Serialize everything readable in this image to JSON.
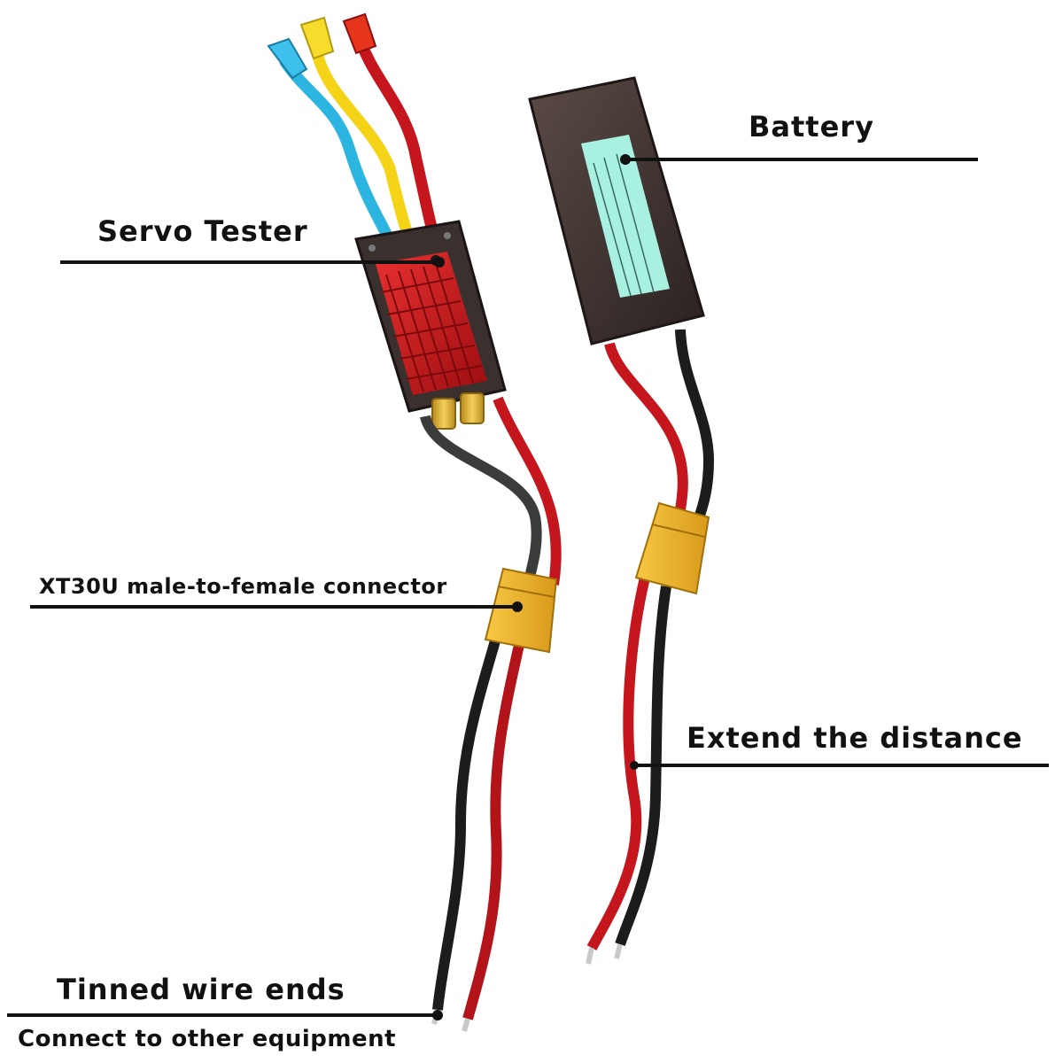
{
  "labels": {
    "battery": "Battery",
    "servo_tester": "Servo Tester",
    "connector": "XT30U male-to-female connector",
    "extend": "Extend the distance",
    "tinned": "Tinned wire ends",
    "connect": "Connect to other equipment"
  },
  "colors": {
    "wire_red": "#c4161c",
    "wire_black": "#1c1c1c",
    "wire_yellow": "#f5d417",
    "wire_blue": "#2bb5e0",
    "connector_yellow": "#f0b52a",
    "heatsink_red": "#d01818",
    "battery_body": "#3b3230",
    "battery_label": "#a8f0e0",
    "leader_line": "#111111"
  },
  "icons": [
    "servo-tester-device",
    "battery-pack",
    "xt30-connector"
  ]
}
